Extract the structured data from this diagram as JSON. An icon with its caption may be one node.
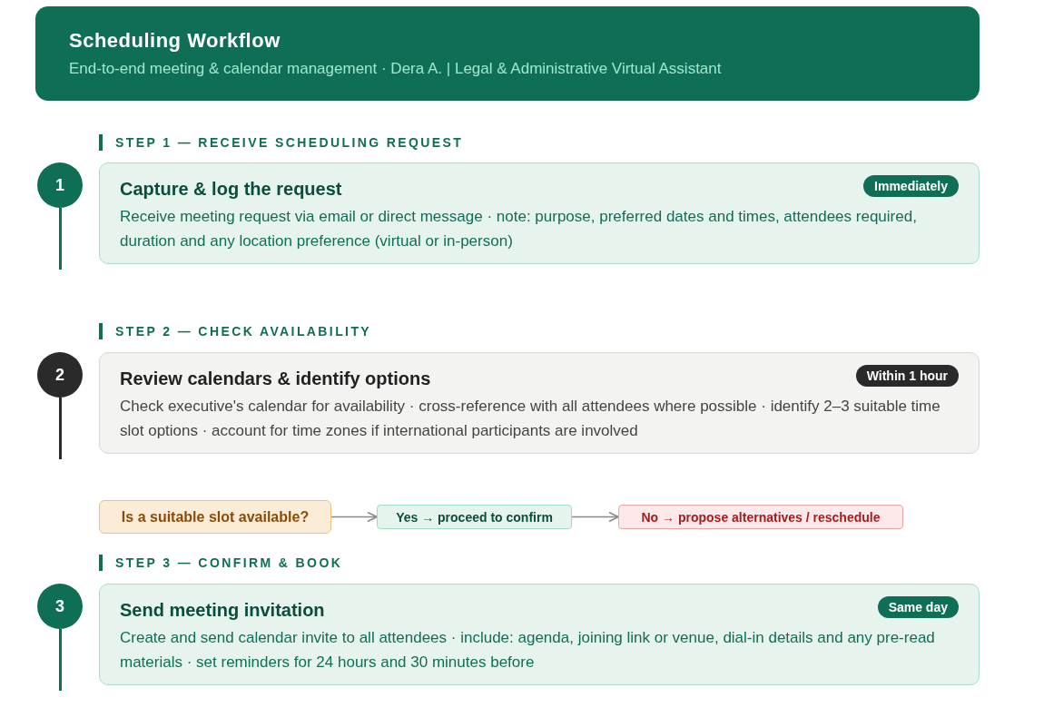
{
  "diagram": {
    "nodes": [
      {
        "text": [
          "Scheduling Workflow",
          "End-to-end meeting & calendar management · Dera A. | Legal & Administrative Virtual Assistant"
        ]
      },
      {
        "text": [
          "1"
        ]
      },
      {
        "text": [
          "Capture & log the request",
          "Receive meeting request via email or direct message · note: purpose, preferred dates and times, attendees required, duration and any location preference (virtual or in-person)"
        ]
      },
      {
        "text": [
          "Immediately"
        ],
        "in": 2
      },
      {
        "text": [
          "2"
        ]
      },
      {
        "text": [
          "Review calendars & identify options",
          "Check executive's calendar for availability · cross-reference with all attendees where possible · identify 2–3 suitable time slot options · account for time zones if international participants are involved"
        ]
      },
      {
        "text": [
          "Within 1 hour"
        ],
        "in": 5
      },
      {
        "text": [
          "Is a suitable slot available?"
        ]
      },
      {
        "text": [
          "Yes → proceed to confirm"
        ]
      },
      {
        "text": [
          "No → propose alternatives / reschedule"
        ]
      },
      {
        "text": [
          "3"
        ]
      },
      {
        "text": [
          "Send meeting invitation",
          "Create and send calendar invite to all attendees · include: agenda, joining link or venue, dial-in details and any pre-read materials · set reminders for 24 hours and 30 minutes before"
        ]
      },
      {
        "text": [
          "Same day"
        ],
        "in": 11
      }
    ],
    "edges": [
      {
        "from": 7,
        "to": 8,
        "arrow": "to"
      },
      {
        "from": 8,
        "to": 9,
        "arrow": "to"
      }
    ],
    "labels": [
      "STEP 1 — RECEIVE SCHEDULING REQUEST",
      "STEP 2 — CHECK AVAILABILITY",
      "STEP 3 — CONFIRM & BOOK"
    ]
  }
}
